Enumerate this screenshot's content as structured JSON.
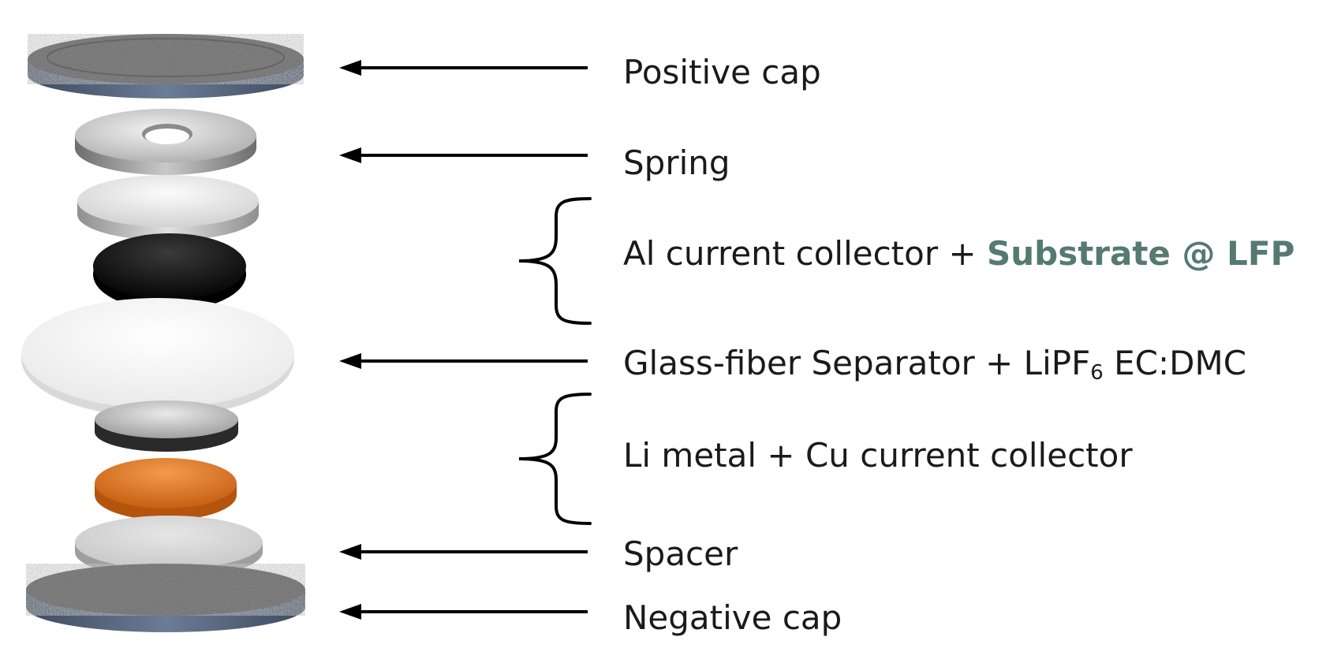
{
  "colors": {
    "highlight": "#557a70",
    "cap": "#5f6f86",
    "copper": "#e0771f",
    "text": "#1a1a1a"
  },
  "labels": {
    "positive_cap": "Positive cap",
    "spring": "Spring",
    "cathode_prefix": "Al current collector + ",
    "cathode_highlight": "Substrate @ LFP",
    "separator_prefix": "Glass-fiber Separator + LiPF",
    "separator_subscript": "6",
    "separator_suffix": " EC:DMC",
    "anode": "Li metal + Cu current collector",
    "spacer": "Spacer",
    "negative_cap": "Negative cap"
  }
}
